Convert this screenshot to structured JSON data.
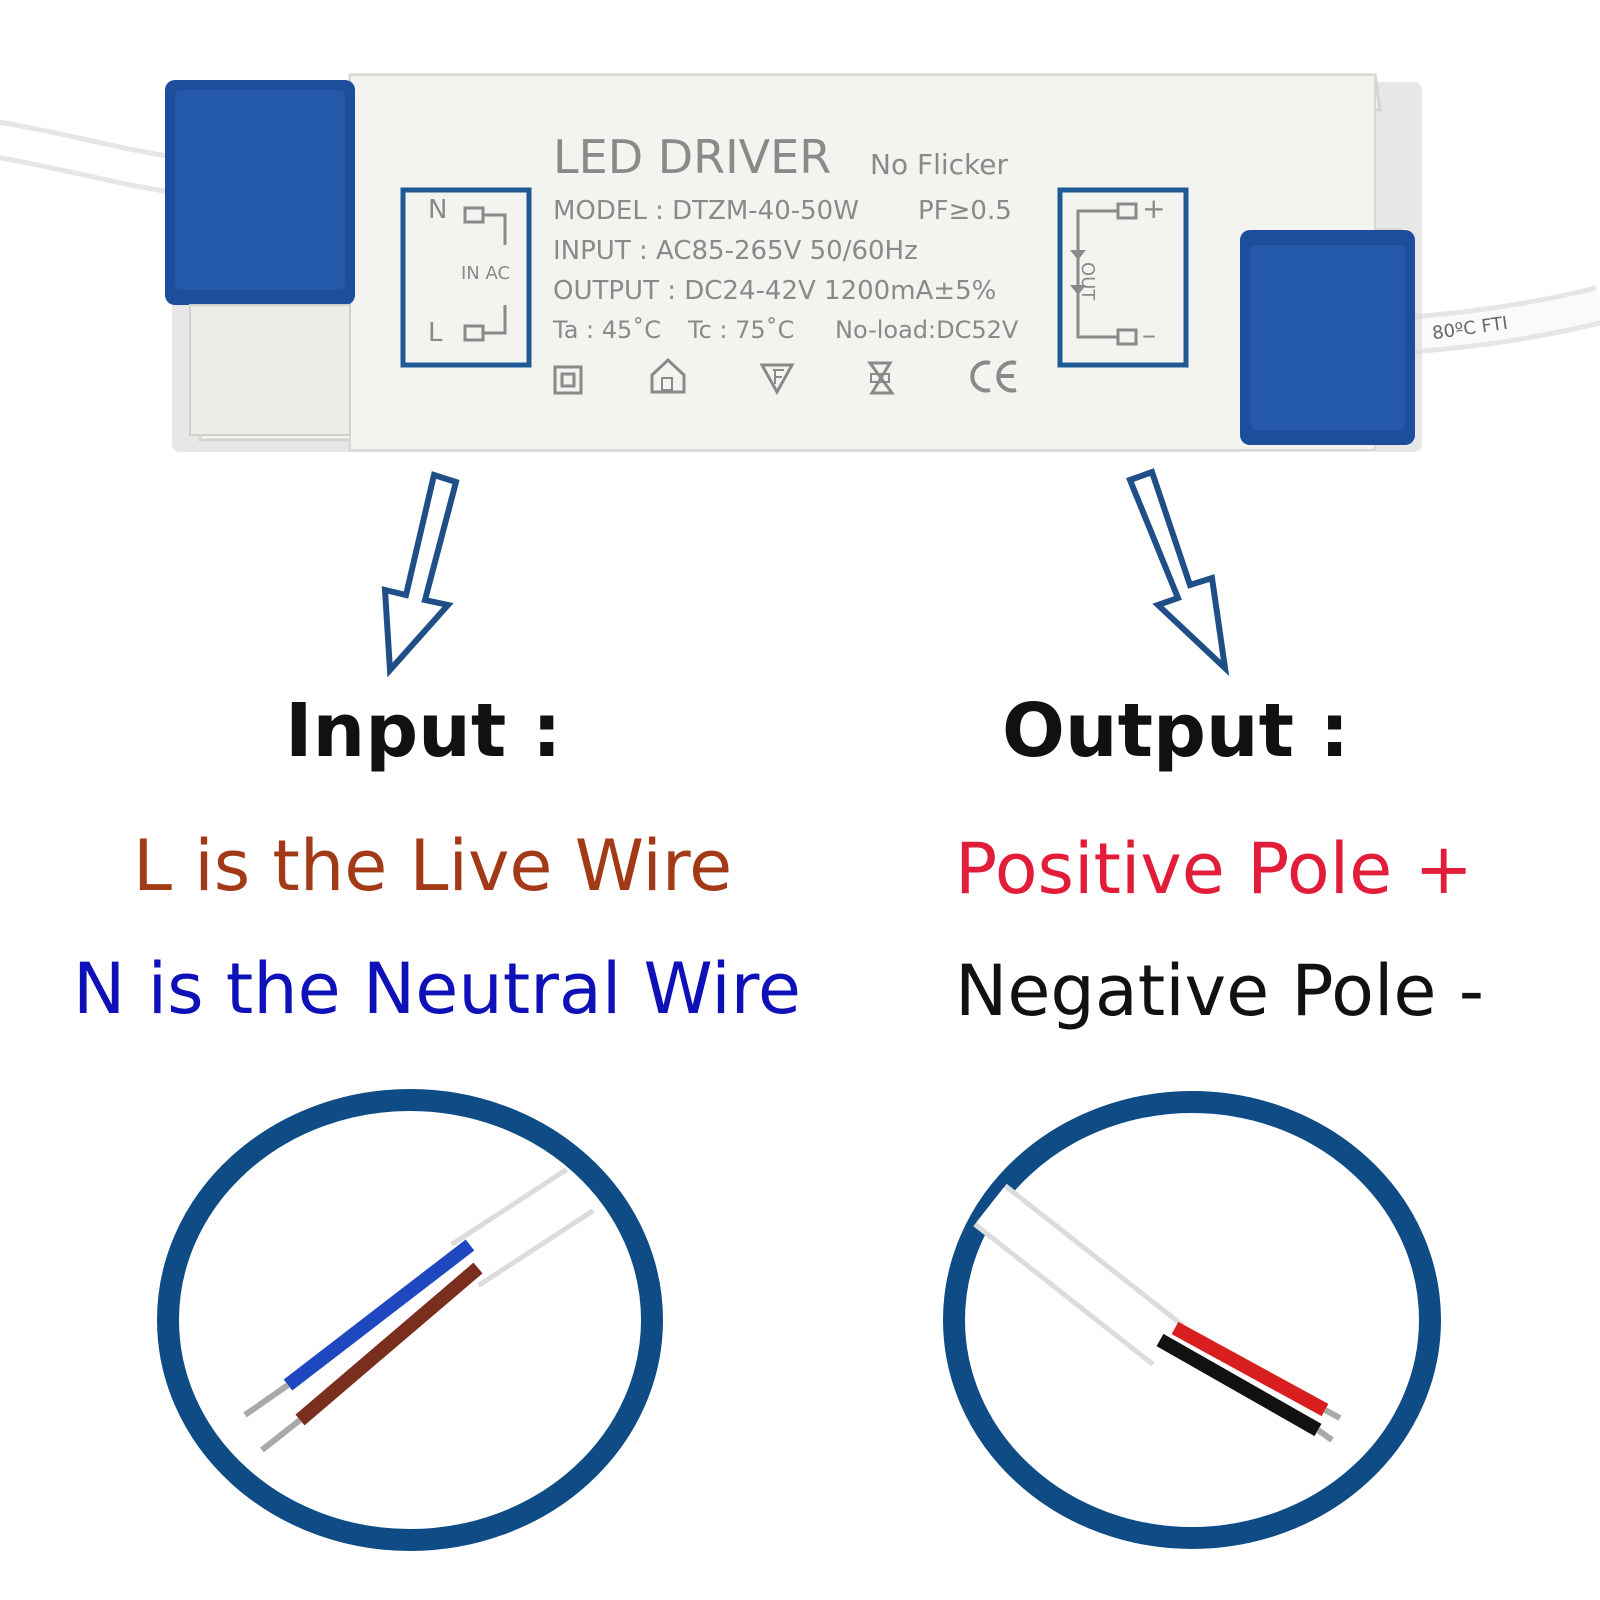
{
  "colors": {
    "blue_cap": "#1d4e9e",
    "frame_blue": "#1f5a96",
    "live": "#a33a17",
    "neutral": "#0e10b8",
    "positive": "#e21d3a",
    "negative": "#111111",
    "circle": "#0f4c85"
  },
  "driver": {
    "title": "LED DRIVER",
    "subtitle": "No Flicker",
    "model": "MODEL : DTZM-40-50W",
    "pf": "PF≥0.5",
    "input": "INPUT : AC85-265V  50/60Hz",
    "output": "OUTPUT : DC24-42V  1200mA±5%",
    "ta": "Ta : 45˚C",
    "tc": "Tc : 75˚C",
    "noload": "No-load:DC52V",
    "in_box": {
      "n": "N",
      "l": "L",
      "label": "IN AC"
    },
    "out_box": {
      "plus": "+",
      "minus": "–",
      "label": "OUT"
    },
    "cable_print": "80ºC FTI",
    "icons": [
      "double-insulation-icon",
      "indoor-use-icon",
      "f-mark-icon",
      "safety-transformer-icon",
      "ce-mark-icon"
    ]
  },
  "input_section": {
    "heading": "Input :",
    "line1": "L is the Live Wire",
    "line2": "N is the Neutral Wire"
  },
  "output_section": {
    "heading": "Output :",
    "line1": "Positive Pole +",
    "line2": "Negative Pole -"
  }
}
